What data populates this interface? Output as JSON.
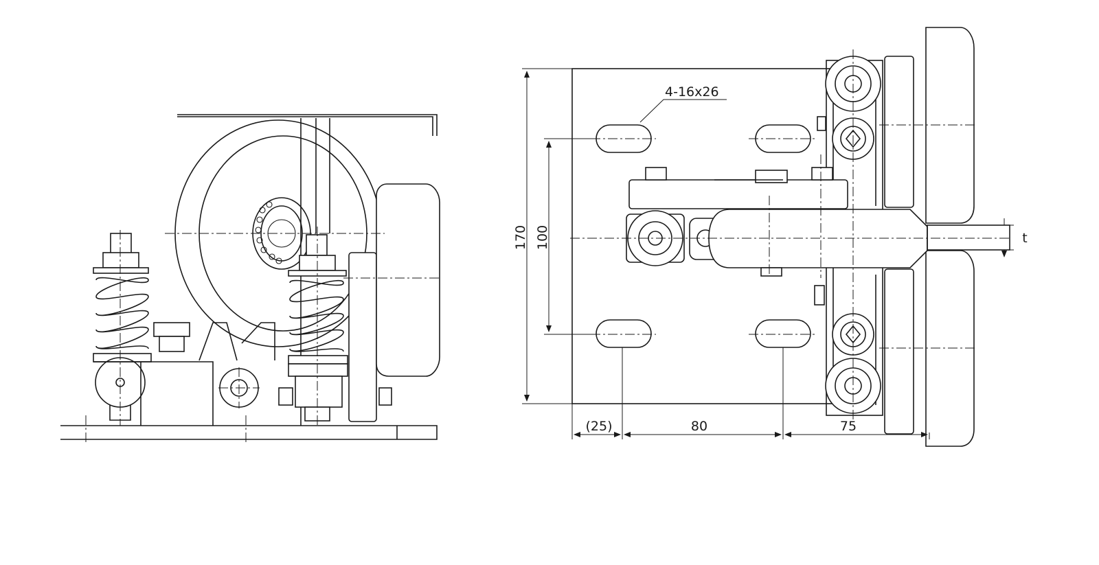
{
  "dimensions": {
    "height_overall": "170",
    "slot_spacing_vertical": "100",
    "offset_left": "(25)",
    "slot_spacing_horizontal": "80",
    "right_width": "75",
    "rail_thickness": "t",
    "slot_callout": "4-16x26"
  }
}
